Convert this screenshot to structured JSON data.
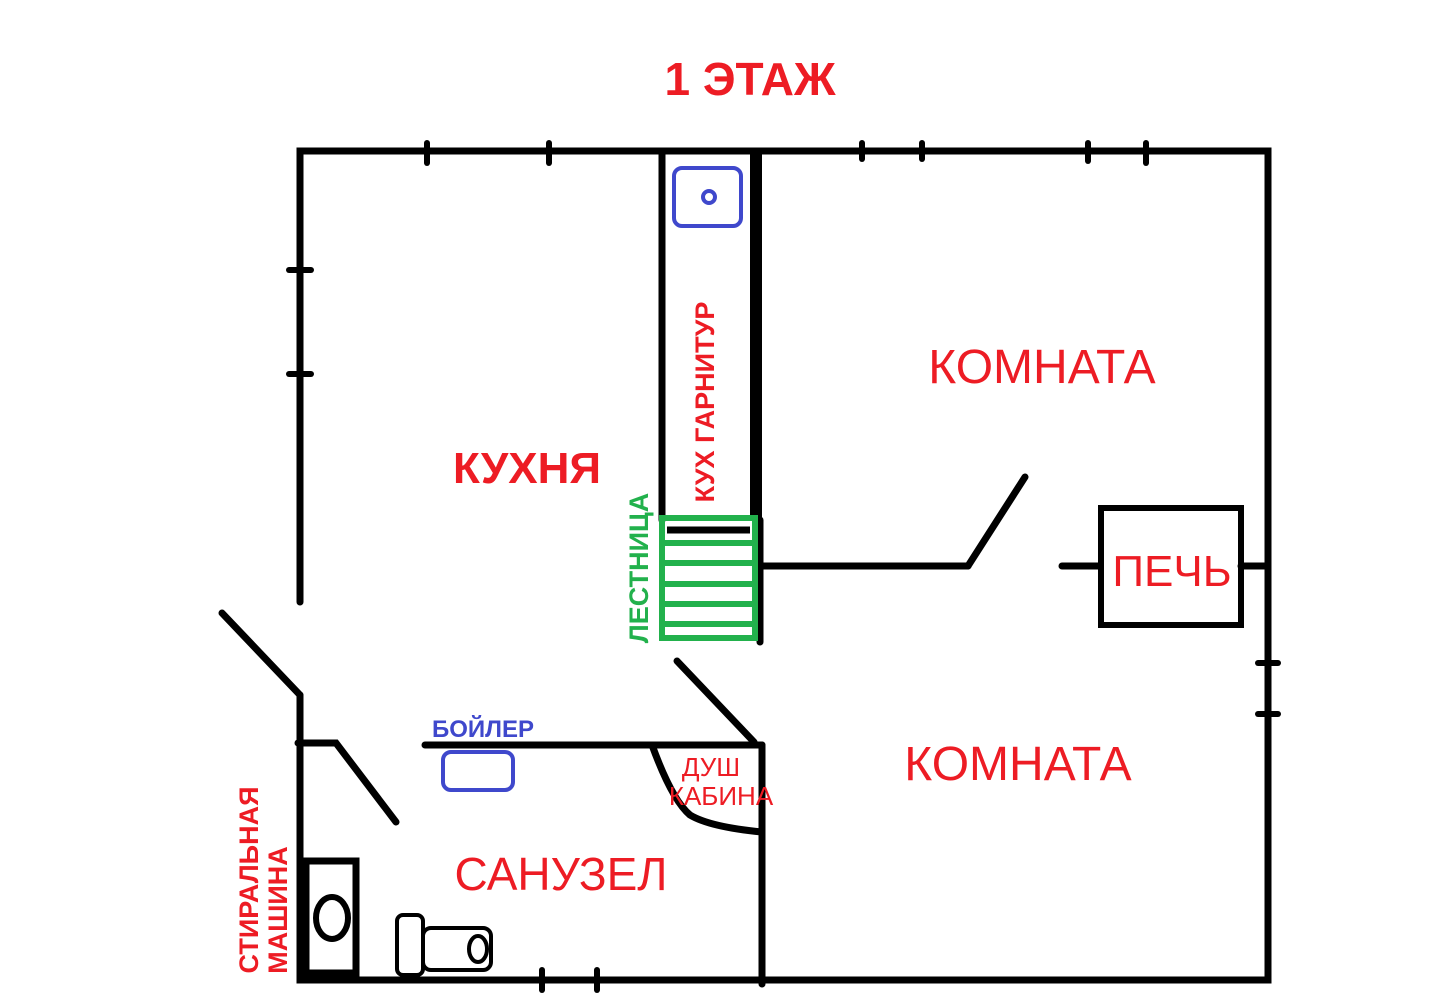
{
  "title": "1 ЭТАЖ",
  "rooms": {
    "kitchen": "КУХНЯ",
    "room_top": "КОМНАТА",
    "room_bottom": "КОМНАТА",
    "bathroom": "САНУЗЕЛ"
  },
  "fixtures": {
    "kitchen_unit": "КУХ ГАРНИТУР",
    "stairs": "ЛЕСТНИЦА",
    "stove": "ПЕЧЬ",
    "boiler": "БОЙЛЕР",
    "shower_line1": "ДУШ",
    "shower_line2": "КАБИНА",
    "washer_line1": "СТИРАЛЬНАЯ",
    "washer_line2": "МАШИНА"
  },
  "colors": {
    "label": "#ed1c24",
    "fixture_blue": "#3f48cc",
    "stairs_green": "#22b14c",
    "wall": "#000000"
  }
}
